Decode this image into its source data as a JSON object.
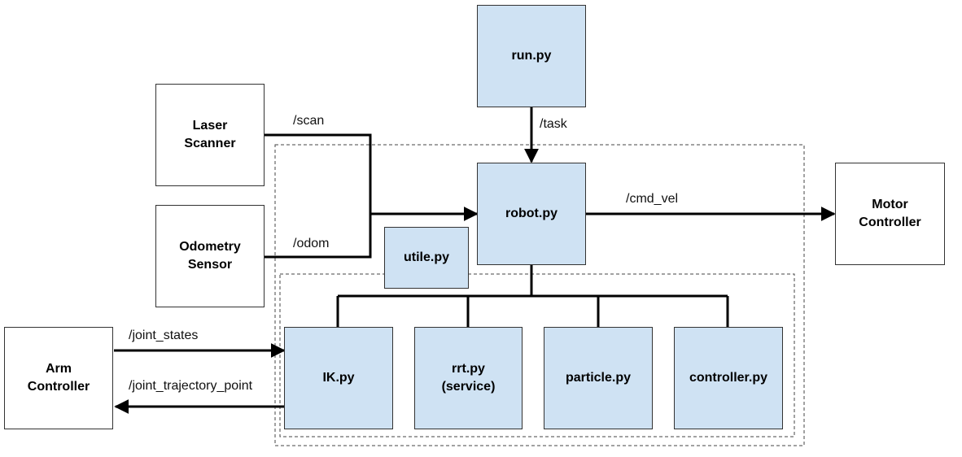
{
  "nodes": {
    "run_py": "run.py",
    "laser_scanner": "Laser\nScanner",
    "odometry_sensor": "Odometry\nSensor",
    "robot_py": "robot.py",
    "motor_controller": "Motor\nController",
    "utile_py": "utile.py",
    "arm_controller": "Arm\nController",
    "ik_py": "IK.py",
    "rrt_py": "rrt.py\n(service)",
    "particle_py": "particle.py",
    "controller_py": "controller.py"
  },
  "edges": {
    "scan": "/scan",
    "odom": "/odom",
    "task": "/task",
    "cmd_vel": "/cmd_vel",
    "joint_states": "/joint_states",
    "joint_trajectory_point": "/joint_trajectory_point"
  },
  "colors": {
    "software_fill": "#cfe2f3",
    "hardware_fill": "#ffffff",
    "line": "#000000"
  }
}
